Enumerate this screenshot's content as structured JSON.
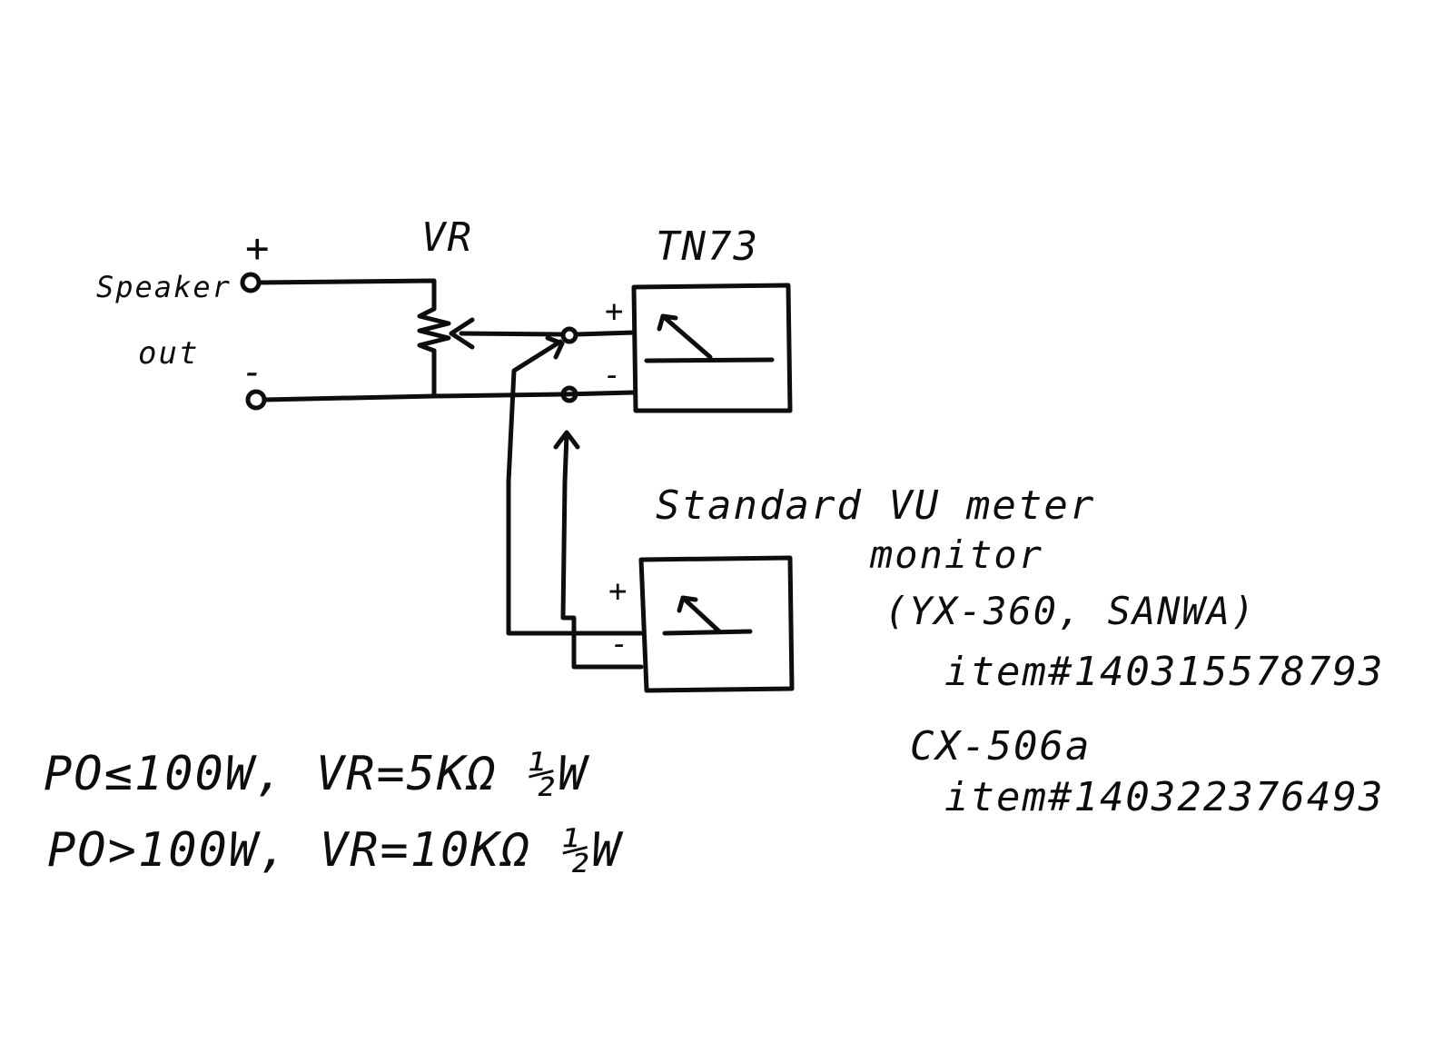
{
  "labels": {
    "vr": "VR",
    "tn73": "TN73",
    "speaker": "Speaker",
    "out": "out",
    "plus": "+",
    "minus": "-"
  },
  "vu_meter": {
    "title": "Standard VU meter",
    "subtitle": "monitor",
    "model1": "(YX-360, SANWA)",
    "item1": "item#140315578793",
    "model2": "CX-506a",
    "item2": "item#140322376493"
  },
  "notes": {
    "line1": "PO≤100W, VR=5KΩ ½W",
    "line2": "PO>100W, VR=10KΩ ½W"
  }
}
